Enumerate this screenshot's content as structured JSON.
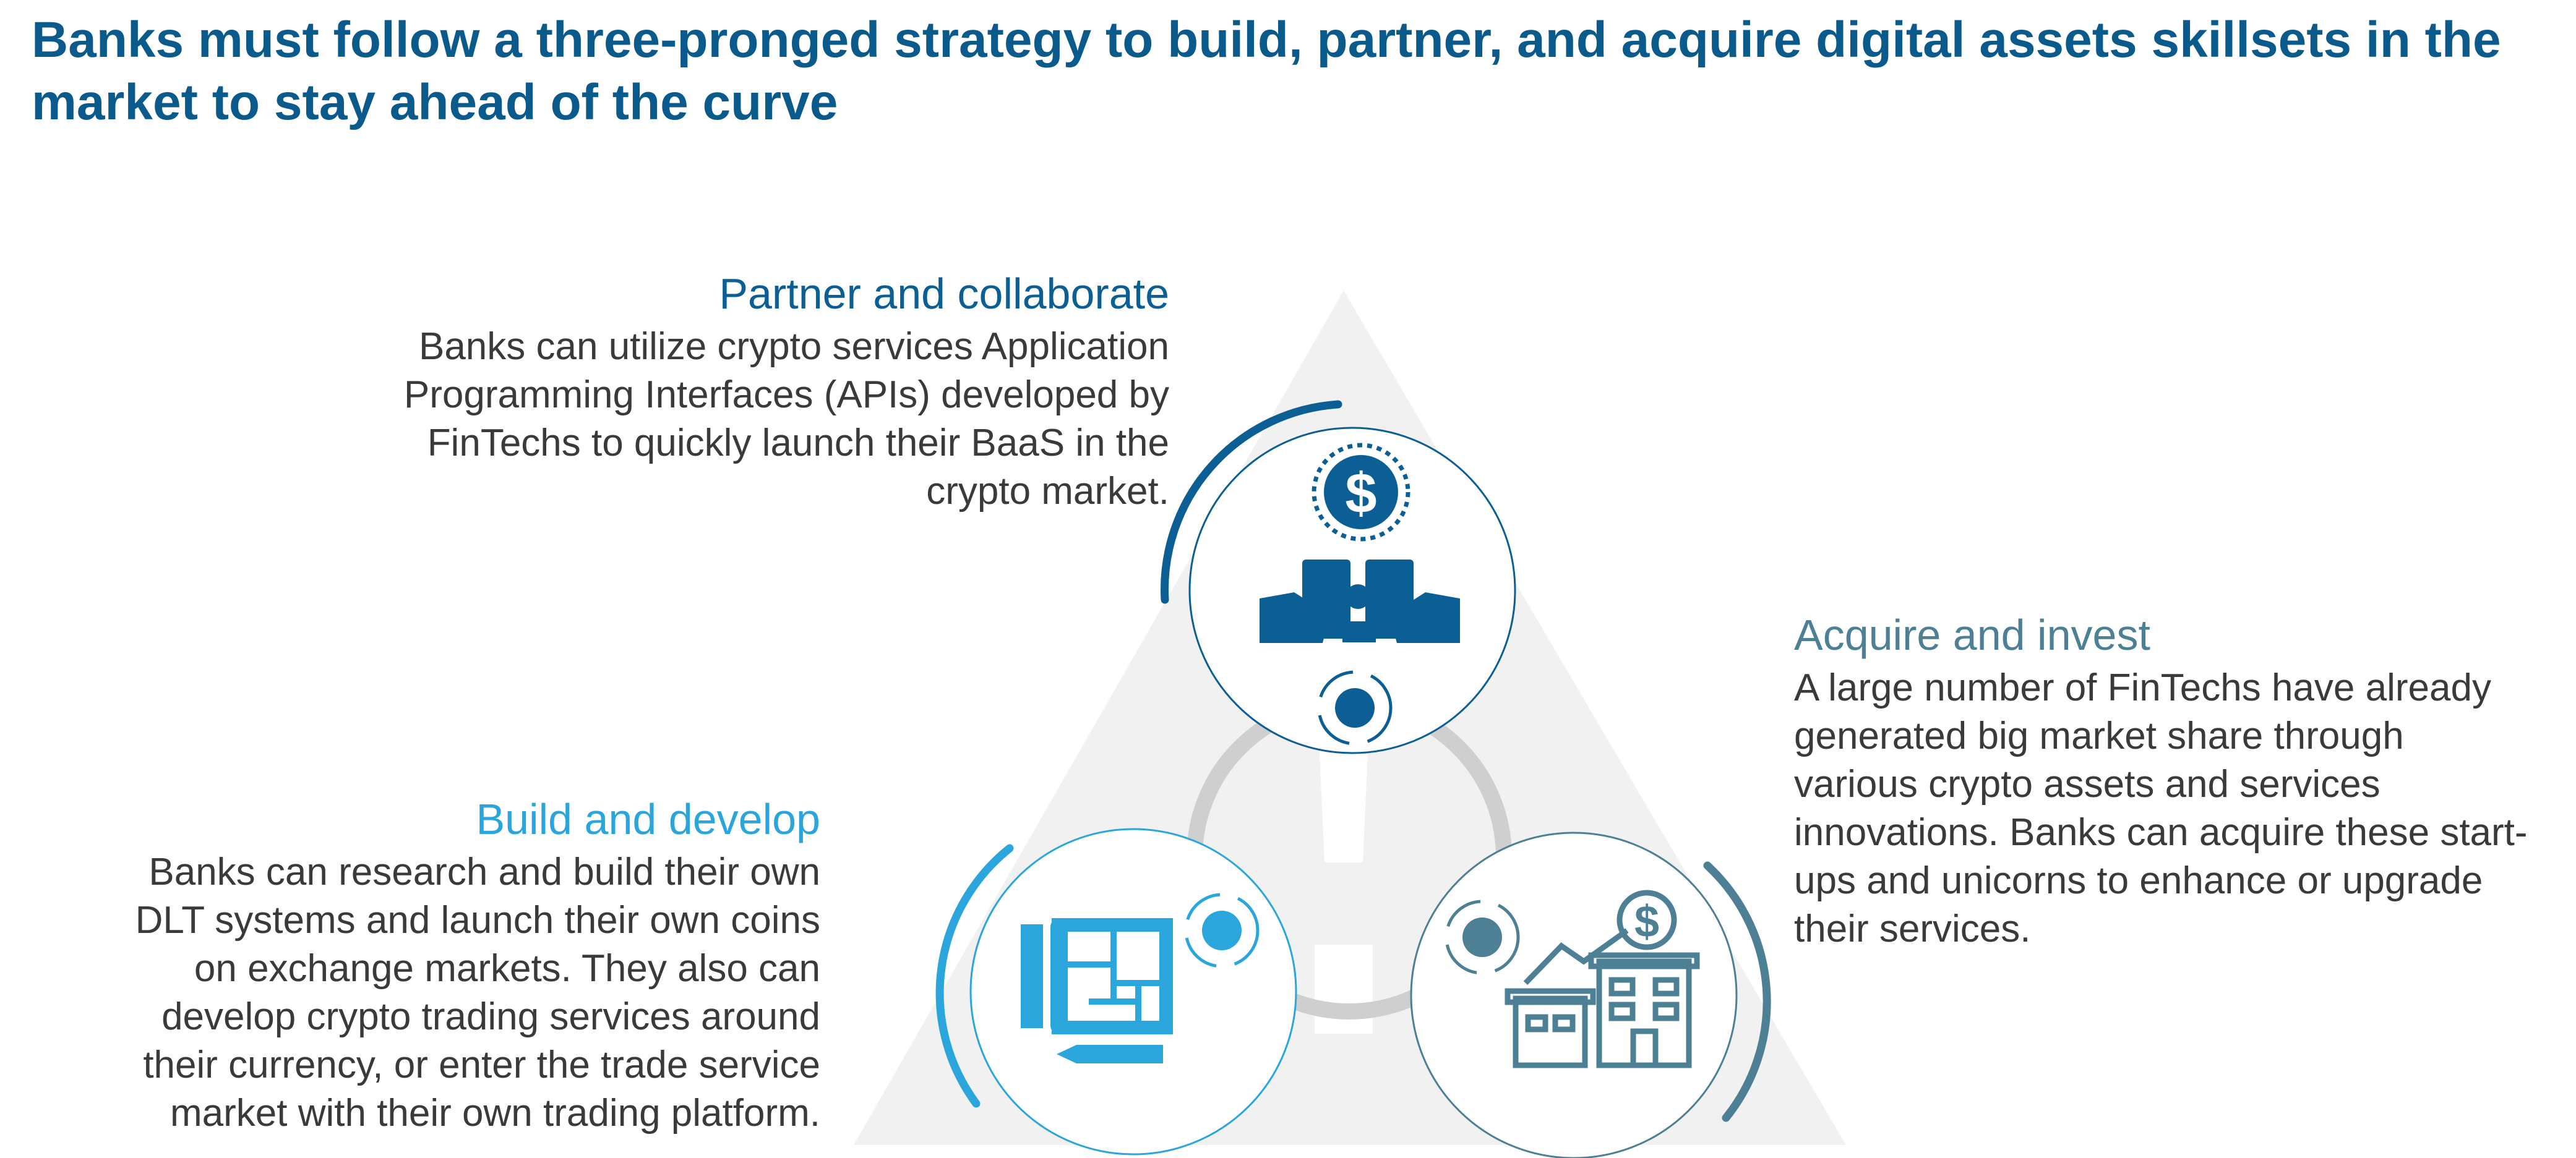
{
  "title": "Banks must follow a three-pronged strategy to build, partner, and acquire digital assets skillsets in the market to stay ahead of the curve",
  "colors": {
    "title": "#0a5a8c",
    "partner": "#0b5f95",
    "build": "#2ba6dd",
    "acquire": "#4d7f95",
    "ring": "#cfcfcf",
    "background_triangle": "#f1f1f1",
    "body_text": "#3a3a3a"
  },
  "sections": {
    "partner": {
      "title": "Partner and collaborate",
      "body": "Banks can utilize crypto services Application Programming Interfaces (APIs) developed by FinTechs to quickly launch their BaaS in the crypto market.",
      "icon": "puzzle-hands-dollar-icon"
    },
    "build": {
      "title": "Build and develop",
      "body": "Banks can research and build their own DLT systems and launch their own coins on exchange markets. They also can develop crypto trading services around their currency, or enter the trade service market with their own trading platform.",
      "icon": "blueprint-pencil-icon"
    },
    "acquire": {
      "title": "Acquire and invest",
      "body": "A large number of FinTechs have already generated big market share through various crypto assets and services innovations. Banks can acquire these start-ups and unicorns to enhance or upgrade their services.",
      "icon": "buildings-growth-dollar-icon"
    }
  },
  "decor": {
    "background_symbol": "exclamation-triangle-icon"
  }
}
